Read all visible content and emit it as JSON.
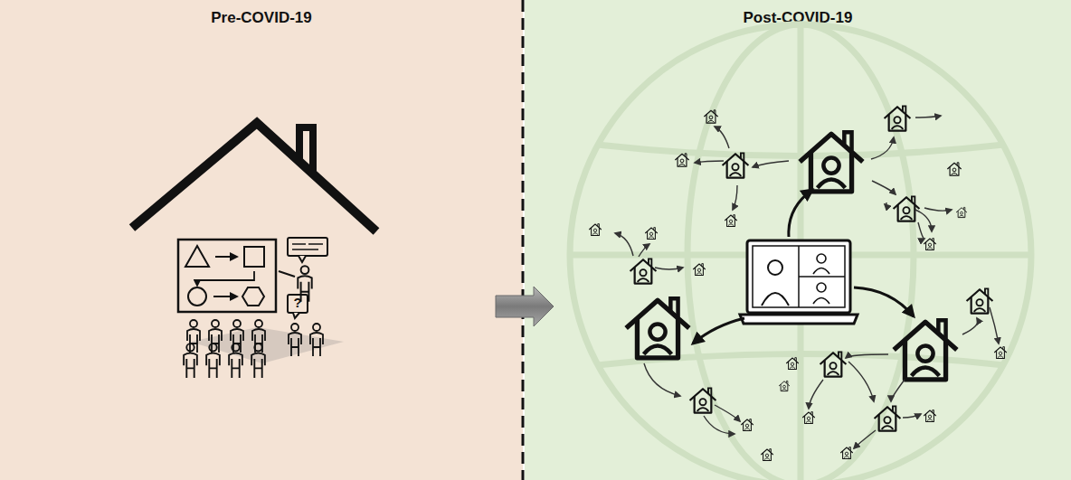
{
  "diagram": {
    "nodes": [
      {
        "text": [
          "Pre-COVID-19"
        ]
      },
      {
        "text": [
          "Post-COVID-19"
        ]
      }
    ],
    "edges": [
      {
        "from": 0,
        "to": 1,
        "arrow": "to"
      }
    ],
    "labels": [
      "?"
    ]
  }
}
